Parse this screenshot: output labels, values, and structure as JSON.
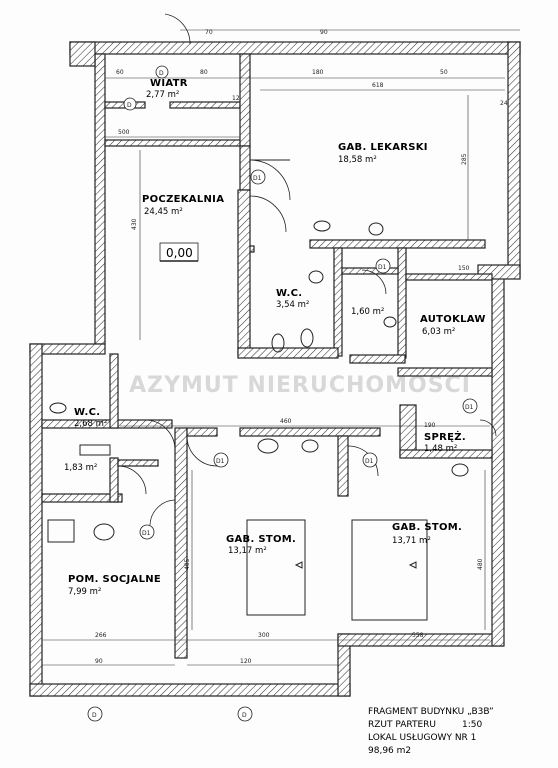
{
  "watermark": "AZYMUT NIERUCHOMOŚCI",
  "elevation_marker": "0,00",
  "rooms": {
    "wiatr": {
      "name": "WIATR",
      "area": "2,77 m²"
    },
    "gab_lekarski": {
      "name": "GAB. LEKARSKI",
      "area": "18,58 m²"
    },
    "poczekalnia": {
      "name": "POCZEKALNIA",
      "area": "24,45 m²"
    },
    "wc_top": {
      "name": "W.C.",
      "area": "3,54 m²"
    },
    "autoklaw": {
      "name": "AUTOKLAW",
      "area": "6,03 m²"
    },
    "small_room": {
      "area": "1,60 m²"
    },
    "wc_left": {
      "name": "W.C.",
      "area": "2,68 m²"
    },
    "sprez": {
      "name": "SPRĘŻ.",
      "area": "1,48 m²"
    },
    "small_left": {
      "area": "1,83 m²"
    },
    "gab_stom_1": {
      "name": "GAB. STOM.",
      "area": "13,17 m²"
    },
    "gab_stom_2": {
      "name": "GAB. STOM.",
      "area": "13,71 m²"
    },
    "pom_socjalne": {
      "name": "POM. SOCJALNE",
      "area": "7,99 m²"
    }
  },
  "dimensions": {
    "d_70": "70",
    "d_80": "80",
    "d_90": "90",
    "d_180": "180",
    "d_50": "50",
    "d_60": "60",
    "d_618": "618",
    "d_500": "500",
    "d_460": "460",
    "d_266": "266",
    "d_300": "300",
    "d_558": "558",
    "d_120": "120",
    "d_90b": "90",
    "d_430": "430",
    "d_480": "480",
    "d_405": "405",
    "d_285": "285",
    "d_190": "190",
    "d_150": "150",
    "d_12": "12",
    "d_24": "24"
  },
  "door_tags": [
    "D",
    "D",
    "D1",
    "D1",
    "D1",
    "D1",
    "D1",
    "D1",
    "D",
    "D"
  ],
  "title_block": {
    "line1": "FRAGMENT BUDYNKU „B3B”",
    "line2": "RZUT PARTERU",
    "scale": "1:50",
    "line3": "LOKAL USŁUGOWY NR 1",
    "line4": "98,96 m2"
  }
}
